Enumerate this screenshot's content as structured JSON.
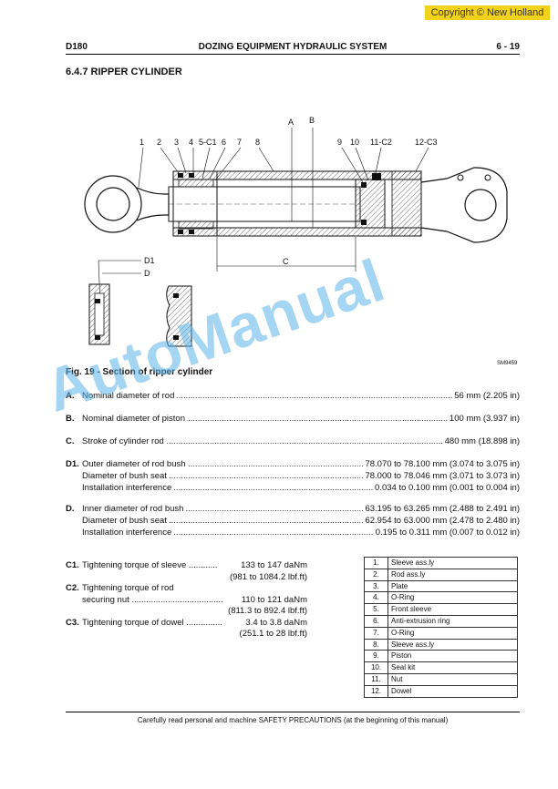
{
  "copyright": "Copyright © New Holland",
  "header": {
    "left": "D180",
    "center": "DOZING EQUIPMENT HYDRAULIC SYSTEM",
    "right": "6 - 19"
  },
  "section_title": "6.4.7 RIPPER CYLINDER",
  "figure": {
    "caption": "Fig. 19 -  Section of ripper cylinder",
    "code": "SM9459",
    "callouts": [
      "1",
      "2",
      "3",
      "4",
      "5-C1",
      "6",
      "7",
      "8",
      "9",
      "10",
      "11-C2",
      "12-C3"
    ],
    "dimension_labels": [
      "A",
      "B",
      "C",
      "D1",
      "D"
    ]
  },
  "specs": [
    {
      "letter": "A.",
      "rows": [
        {
          "label": "Nominal diameter of rod",
          "value": "56 mm (2.205 in)"
        }
      ]
    },
    {
      "letter": "B.",
      "rows": [
        {
          "label": "Nominal diameter of piston",
          "value": "100 mm (3.937 in)"
        }
      ]
    },
    {
      "letter": "C.",
      "rows": [
        {
          "label": "Stroke of cylinder rod",
          "value": "480 mm (18.898 in)"
        }
      ]
    },
    {
      "letter": "D1.",
      "rows": [
        {
          "label": "Outer diameter of rod bush",
          "value": "78.070 to 78.100 mm (3.074 to 3.075 in)"
        },
        {
          "label": "Diameter of bush seat",
          "value": "78.000 to 78.046 mm (3.071 to 3.073 in)"
        },
        {
          "label": "Installation interference",
          "value": "0.034 to 0.100 mm (0.001 to 0.004 in)"
        }
      ]
    },
    {
      "letter": "D.",
      "rows": [
        {
          "label": "Inner diameter of rod bush",
          "value": "63.195 to 63.265 mm (2.488 to 2.491 in)"
        },
        {
          "label": "Diameter of bush seat",
          "value": "62.954 to 63.000 mm (2.478 to 2.480 in)"
        },
        {
          "label": "Installation interference",
          "value": "0.195 to 0.311 mm (0.007 to 0.012 in)"
        }
      ]
    }
  ],
  "torques": {
    "c1": {
      "letter": "C1.",
      "label": "Tightening torque of sleeve ............",
      "value": "133 to 147 daNm",
      "alt": "(981 to 1084.2 lbf.ft)"
    },
    "c2": {
      "letter": "C2.",
      "label": "Tightening torque of rod",
      "label2": "securing nut ......................................",
      "value": "110 to 121 daNm",
      "alt": "(811.3 to 892.4 lbf.ft)"
    },
    "c3": {
      "letter": "C3.",
      "label": "Tightening torque of dowel ...............",
      "value": "3.4 to 3.8 daNm",
      "alt": "(251.1 to 28 lbf.ft)"
    }
  },
  "parts": [
    {
      "n": "1.",
      "d": "Sleeve ass.ly"
    },
    {
      "n": "2.",
      "d": "Rod ass.ly"
    },
    {
      "n": "3.",
      "d": "Plate"
    },
    {
      "n": "4.",
      "d": "O-Ring"
    },
    {
      "n": "5.",
      "d": "Front sleeve"
    },
    {
      "n": "6.",
      "d": "Anti-extrusion ring"
    },
    {
      "n": "7.",
      "d": "O-Ring"
    },
    {
      "n": "8.",
      "d": "Sleeve ass.ly"
    },
    {
      "n": "9.",
      "d": "Piston"
    },
    {
      "n": "10.",
      "d": "Seal kit"
    },
    {
      "n": "11.",
      "d": "Nut"
    },
    {
      "n": "12.",
      "d": "Dowel"
    }
  ],
  "footer": "Carefully read personal and machine SAFETY PRECAUTIONS (at the beginning of this manual)",
  "watermark": "AutoManual"
}
